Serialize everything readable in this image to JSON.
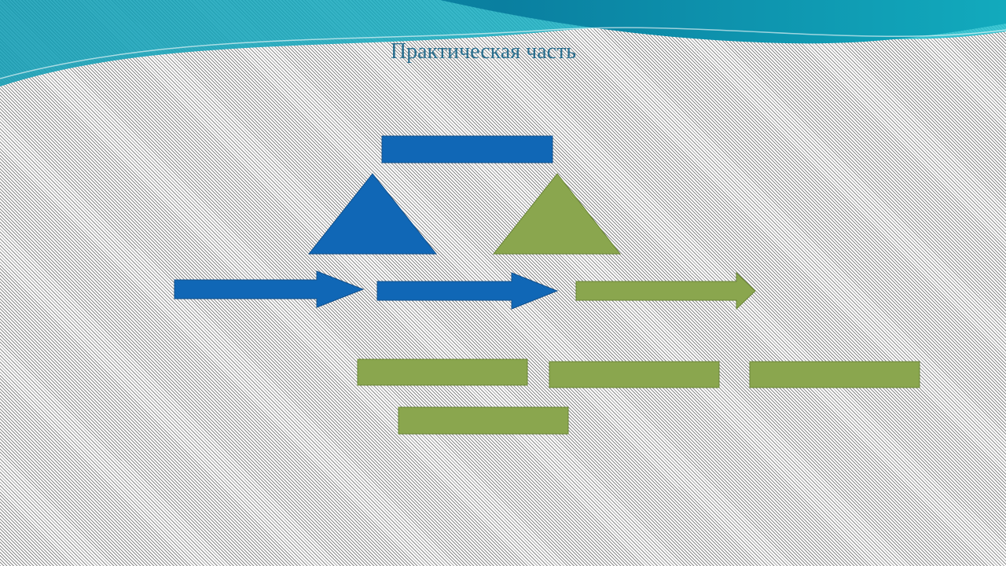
{
  "slide": {
    "title": "Практическая часть"
  },
  "colors": {
    "blue_fill": "#1067b6",
    "blue_stroke": "#14508a",
    "green_fill": "#8aa64e",
    "green_stroke": "#6a8438",
    "title_color": "#2a6f8f",
    "wave_dark": "#047f9b",
    "wave_light": "#12b0c2"
  },
  "diagram": {
    "shapes": [
      {
        "name": "blue-top-rectangle",
        "kind": "rect",
        "color": "blue"
      },
      {
        "name": "blue-triangle",
        "kind": "triangle",
        "color": "blue"
      },
      {
        "name": "green-triangle",
        "kind": "triangle",
        "color": "green"
      },
      {
        "name": "blue-arrow-1",
        "kind": "arrow",
        "color": "blue"
      },
      {
        "name": "blue-arrow-2",
        "kind": "arrow",
        "color": "blue"
      },
      {
        "name": "green-arrow",
        "kind": "arrow",
        "color": "green"
      },
      {
        "name": "green-rectangle-1",
        "kind": "rect",
        "color": "green"
      },
      {
        "name": "green-rectangle-2",
        "kind": "rect",
        "color": "green"
      },
      {
        "name": "green-rectangle-3",
        "kind": "rect",
        "color": "green"
      },
      {
        "name": "green-rectangle-4",
        "kind": "rect",
        "color": "green"
      }
    ]
  }
}
